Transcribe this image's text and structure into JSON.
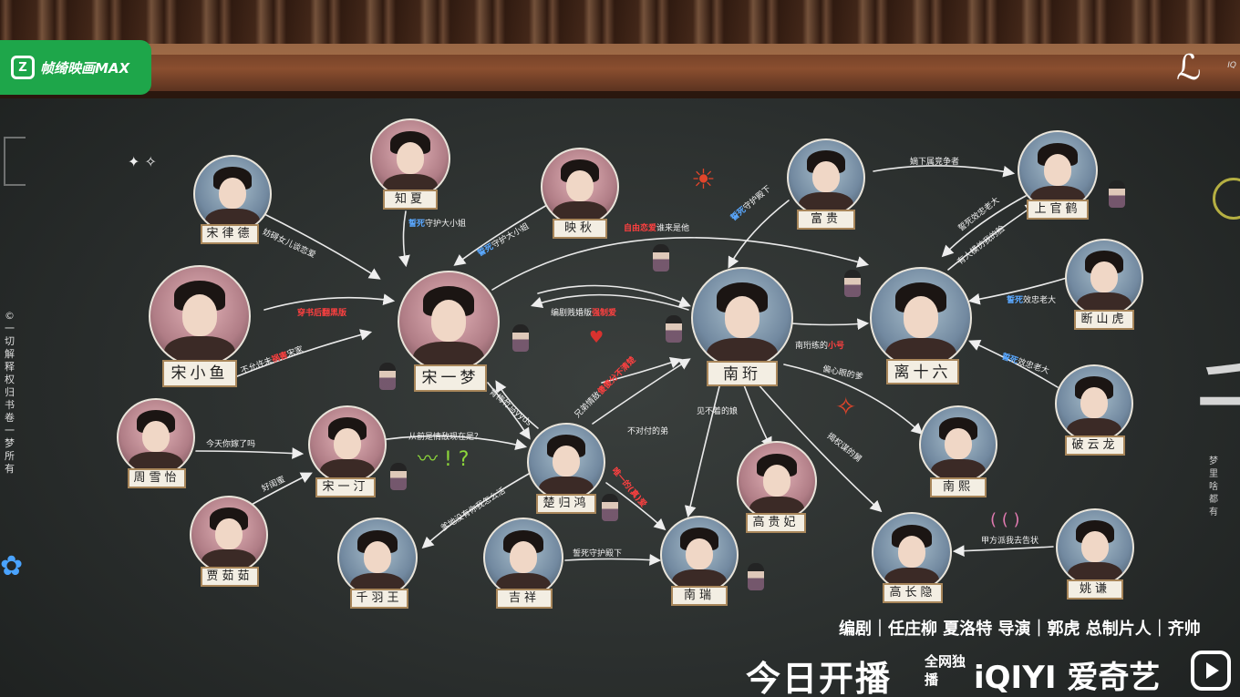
{
  "brand": {
    "badge_label": "帧绮映画MAX",
    "top_right_logo": "",
    "top_right_small": "IQ"
  },
  "side": {
    "copyright": "©一切解释权归书卷一梦所有",
    "right_motto": "梦里啥都有"
  },
  "characters": [
    {
      "id": "song_lvde",
      "name": "宋律德"
    },
    {
      "id": "zhixia",
      "name": "知夏"
    },
    {
      "id": "yingqiu",
      "name": "映秋"
    },
    {
      "id": "fugui",
      "name": "富贵"
    },
    {
      "id": "shangguanhe",
      "name": "上官鹤"
    },
    {
      "id": "song_xiaoyu",
      "name": "宋小鱼"
    },
    {
      "id": "song_yimeng",
      "name": "宋一梦"
    },
    {
      "id": "nanyan",
      "name": "南珩"
    },
    {
      "id": "lishiliu",
      "name": "离十六"
    },
    {
      "id": "duanshanhu",
      "name": "断山虎"
    },
    {
      "id": "poyunlong",
      "name": "破云龙"
    },
    {
      "id": "zhouxueyi",
      "name": "周雪怡"
    },
    {
      "id": "song_yiting",
      "name": "宋一汀"
    },
    {
      "id": "chuguihong",
      "name": "楚归鸿"
    },
    {
      "id": "gaoguifei",
      "name": "高贵妃"
    },
    {
      "id": "nanxi",
      "name": "南熙"
    },
    {
      "id": "jiaruru",
      "name": "贾茹茹"
    },
    {
      "id": "qianyuwang",
      "name": "千羽王"
    },
    {
      "id": "jixiang",
      "name": "吉祥"
    },
    {
      "id": "nanrui",
      "name": "南瑞"
    },
    {
      "id": "gaochangyin",
      "name": "高长隐"
    },
    {
      "id": "yaoqian",
      "name": "姚谦"
    }
  ],
  "relations": {
    "r1": "妨碍女儿谈恋爱",
    "r2_hl": "誓死",
    "r2": "守护大小姐",
    "r3_hl": "誓死",
    "r3": "守护大小姐",
    "r4_hl": "自由恋爱",
    "r4": "谁来是他",
    "r5_hl": "誓死",
    "r5": "守护殿下",
    "r6": "嫡下属竞争者",
    "r7": "誓死效忠老大",
    "r8": "有人模仿我的脸",
    "r9_hl": "穿书",
    "r9": "后翻黑版",
    "r10": "编剧贱婚版",
    "r10_hl": "强制爱",
    "r11": "不允许未",
    "r11_hl": "祸害",
    "r11b": "宋家",
    "r12_hl": "誓死",
    "r12": "效忠老大",
    "r13": "南珩练的",
    "r13_hl": "小号",
    "r14_hl": "誓死",
    "r14": "效忠老大",
    "r15": "今天你嫁了吗",
    "r16": "好闺蜜",
    "r17": "从前是情敌现在是？",
    "r18": "青梅竹马yyds",
    "r19": "兄弟情敌",
    "r19_hl": "傻傻分不清楚",
    "r20": "偏心眼的爹",
    "r21": "见不着的娘",
    "r22": "不对付的弟",
    "r23": "揭权谋的舅",
    "r24": "爹地没有你我怎么活",
    "r25_hl": "唯一的(真)爱",
    "r26": "誓死守护殿下",
    "r27": "甲方派我去告状"
  },
  "credits": {
    "line": "编剧｜任庄柳  夏洛特   导演｜郭虎   总制片人｜齐帅",
    "airing": "今日开播",
    "exclusive": "全网独播",
    "platform": "iQIYI 爱奇艺"
  },
  "colors": {
    "board": "#2c302f",
    "wood": "#6b3d26",
    "badge_green": "#1ea64a",
    "name_box": "#f3eee3",
    "highlight_red": "#ff4040",
    "highlight_blue": "#5aa8ff"
  }
}
